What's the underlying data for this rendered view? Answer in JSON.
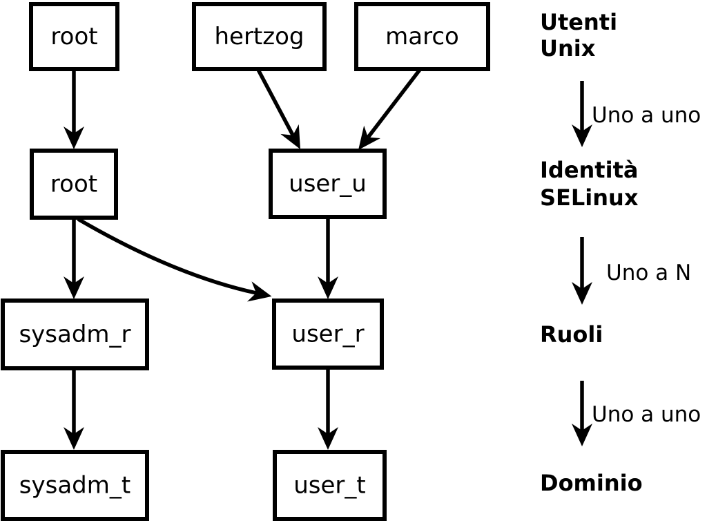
{
  "diagram": {
    "background": "#ffffff",
    "ink": "#000000",
    "nodes": [
      {
        "id": "unix-root",
        "label": "root"
      },
      {
        "id": "unix-hertzog",
        "label": "hertzog"
      },
      {
        "id": "unix-marco",
        "label": "marco"
      },
      {
        "id": "selinux-root",
        "label": "root"
      },
      {
        "id": "selinux-user-u",
        "label": "user_u"
      },
      {
        "id": "role-sysadm-r",
        "label": "sysadm_r"
      },
      {
        "id": "role-user-r",
        "label": "user_r"
      },
      {
        "id": "domain-sysadm-t",
        "label": "sysadm_t"
      },
      {
        "id": "domain-user-t",
        "label": "user_t"
      }
    ],
    "edges": [
      {
        "from": "unix-root",
        "to": "selinux-root"
      },
      {
        "from": "unix-hertzog",
        "to": "selinux-user-u"
      },
      {
        "from": "unix-marco",
        "to": "selinux-user-u"
      },
      {
        "from": "selinux-root",
        "to": "role-sysadm-r"
      },
      {
        "from": "selinux-root",
        "to": "role-user-r"
      },
      {
        "from": "selinux-user-u",
        "to": "role-user-r"
      },
      {
        "from": "role-sysadm-r",
        "to": "domain-sysadm-t"
      },
      {
        "from": "role-user-r",
        "to": "domain-user-t"
      }
    ],
    "legend": {
      "levels": [
        {
          "id": "utenti-unix",
          "lines": [
            "Utenti",
            "Unix"
          ]
        },
        {
          "id": "identita-selinux",
          "lines": [
            "Identità",
            "SELinux"
          ]
        },
        {
          "id": "ruoli",
          "lines": [
            "Ruoli"
          ]
        },
        {
          "id": "dominio",
          "lines": [
            "Dominio"
          ]
        }
      ],
      "relations": [
        {
          "id": "unix-to-selinux",
          "label": "Uno a uno"
        },
        {
          "id": "selinux-to-ruoli",
          "label": "Uno a N"
        },
        {
          "id": "ruoli-to-dominio",
          "label": "Uno a uno"
        }
      ]
    }
  }
}
